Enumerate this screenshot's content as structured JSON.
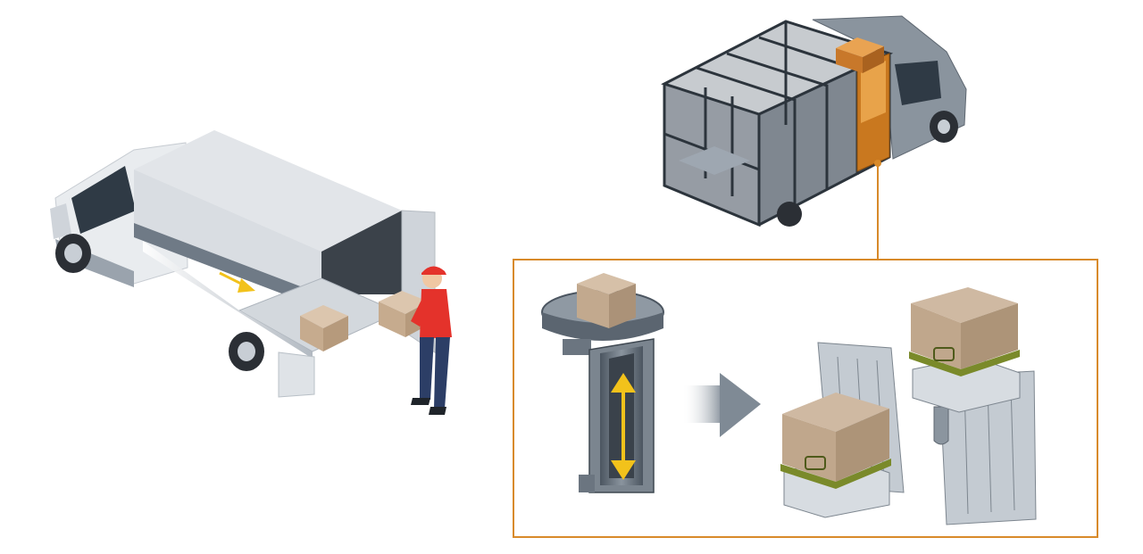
{
  "colors": {
    "accent": "#d88a2a",
    "van_body": "#e9ecef",
    "frame_dark": "#3e4752",
    "frame_mid": "#6f7a86",
    "box": "#cbb39a",
    "box_light": "#d8c3ad",
    "worker_shirt": "#e4322b",
    "worker_pants": "#2c3e66",
    "arrow_yellow": "#f2c21b",
    "arrow_gray": "#7f8a95"
  },
  "panels": {
    "left": "delivery-van-with-worker",
    "top_right": "van-interior-storage-frame",
    "detail": "vertical-lift-and-storage-modules"
  },
  "icons": [
    "down-arrow-icon",
    "up-down-arrow-icon",
    "right-arrow-icon",
    "connector-dot-icon"
  ]
}
